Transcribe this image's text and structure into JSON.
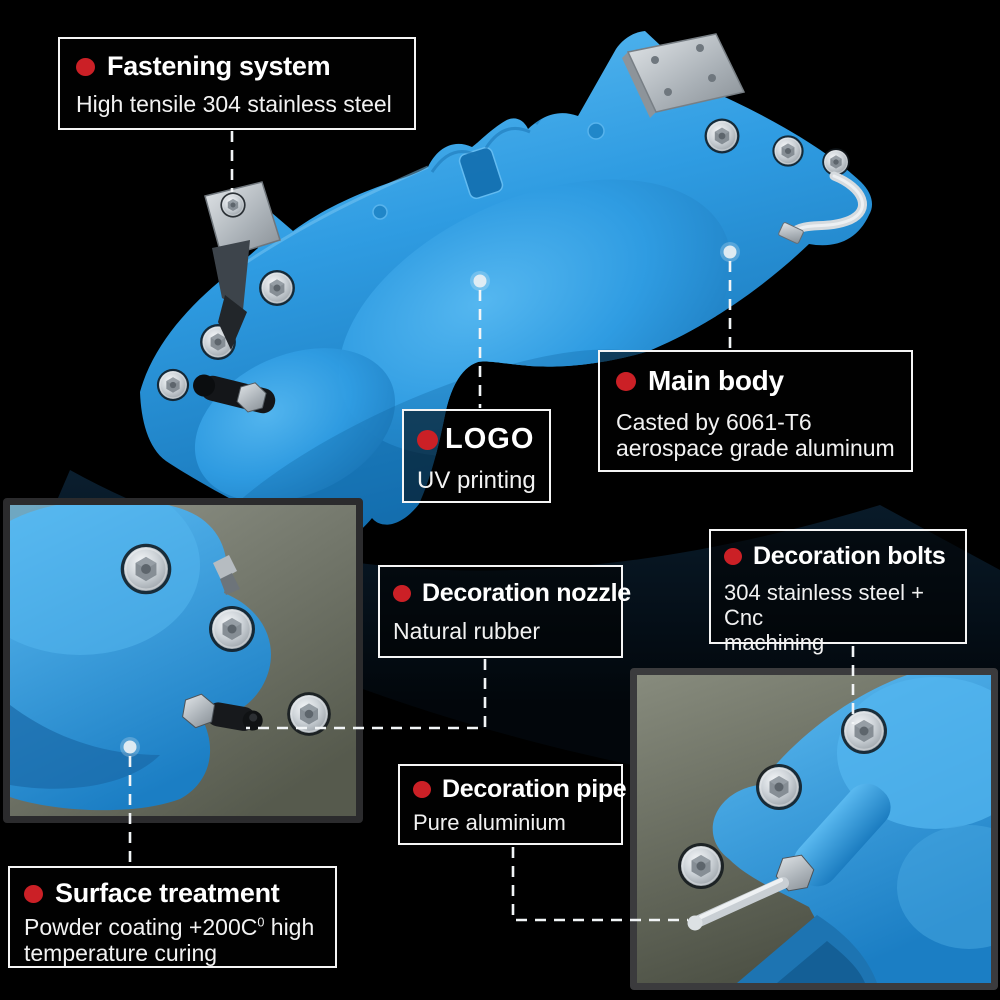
{
  "page": {
    "background": "#000000"
  },
  "colors": {
    "bullet_red": "#cb2026",
    "caliper_blue": "#2f9ce2",
    "box_border": "#f5f5f5",
    "text": "#ffffff",
    "inset_backdrop_olive": "#82867a"
  },
  "callouts": {
    "fastening": {
      "title": "Fastening system",
      "desc": "High tensile 304 stainless steel"
    },
    "main_body": {
      "title": "Main body",
      "desc_line1": "Casted by 6061-T6",
      "desc_line2": "aerospace grade aluminum"
    },
    "logo": {
      "title": "LOGO",
      "desc": "UV printing"
    },
    "decoration_bolts": {
      "title": "Decoration bolts",
      "desc_line1": "304 stainless steel + Cnc",
      "desc_line2": "machining"
    },
    "decoration_nozzle": {
      "title": "Decoration nozzle",
      "desc": "Natural rubber"
    },
    "decoration_pipe": {
      "title": "Decoration pipe",
      "desc": "Pure aluminium"
    },
    "surface_treatment": {
      "title": "Surface treatment",
      "desc_line1_prefix": "Powder coating +200C",
      "desc_line1_superscript": "0",
      "desc_line1_suffix": " high",
      "desc_line2": "temperature curing"
    }
  }
}
